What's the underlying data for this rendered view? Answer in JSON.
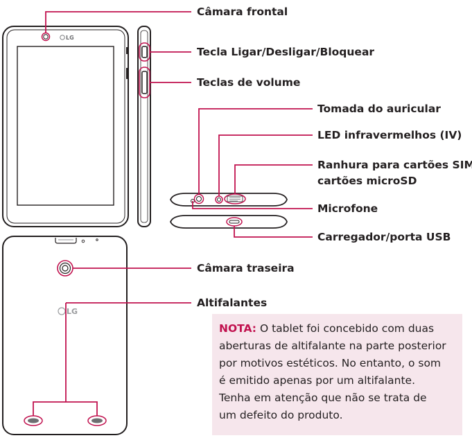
{
  "colors": {
    "accent": "#c1124f",
    "device_outline": "#231f20",
    "note_bg": "#f6e6ec"
  },
  "brand": {
    "front_logo": "LG",
    "back_logo": "LG"
  },
  "callouts": {
    "camera_front": "Câmara frontal",
    "power_key": "Tecla Ligar/Desligar/Bloquear",
    "volume_keys": "Teclas de volume",
    "headset_jack": "Tomada do auricular",
    "ir_led": "LED infravermelhos (IV)",
    "sim_slot_line1": "Ranhura para cartões SIM/",
    "sim_slot_line2": "cartões microSD",
    "microphone": "Microfone",
    "usb_port": "Carregador/porta USB",
    "camera_rear": "Câmara traseira",
    "speakers": "Altifalantes"
  },
  "note": {
    "title": "NOTA:",
    "line1": "O tablet foi concebido com duas",
    "line2": "aberturas de altifalante na parte posterior",
    "line3": "por motivos estéticos. No entanto, o som",
    "line4": "é emitido apenas por um altifalante.",
    "line5": "Tenha em atenção que não se trata de",
    "line6": "um defeito do produto."
  }
}
